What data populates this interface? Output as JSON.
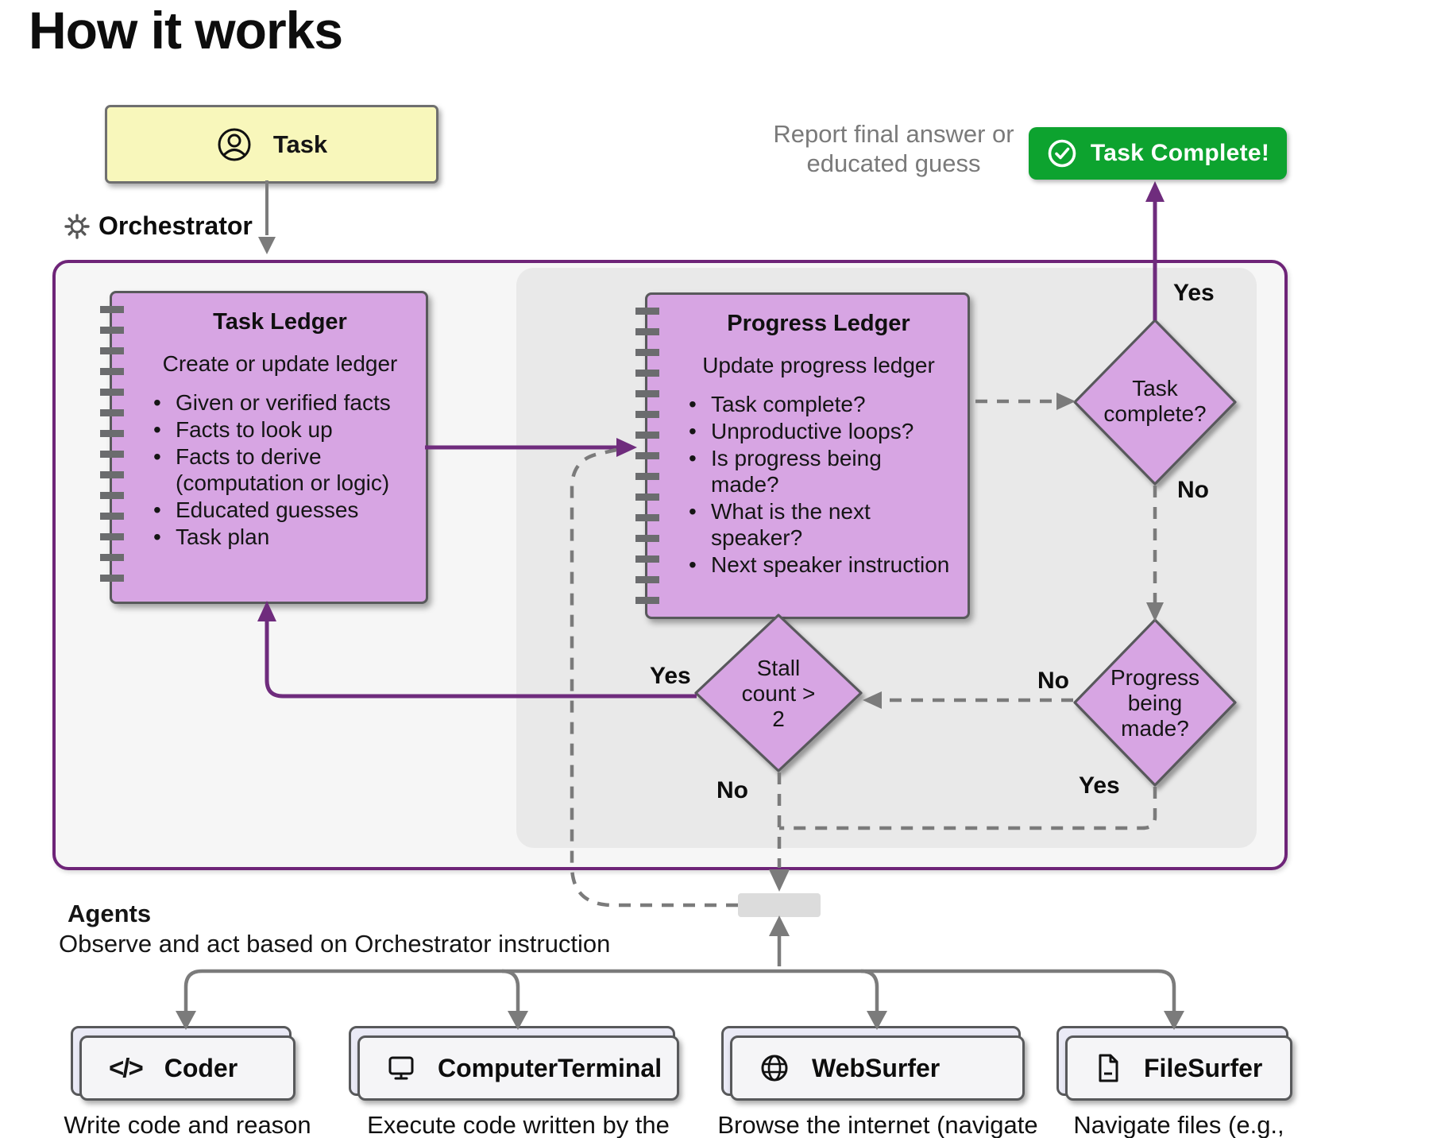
{
  "title": "How it works",
  "task_box": {
    "label": "Task"
  },
  "report_note": {
    "line1": "Report final answer or",
    "line2": "educated guess"
  },
  "complete_button": {
    "label": "Task Complete!"
  },
  "orchestrator": {
    "label": "Orchestrator"
  },
  "task_ledger": {
    "title": "Task Ledger",
    "subtitle": "Create or update ledger",
    "bullets": [
      "Given or verified facts",
      "Facts to look up",
      "Facts to derive\n(computation or logic)",
      "Educated guesses",
      "Task plan"
    ]
  },
  "progress_ledger": {
    "title": "Progress Ledger",
    "subtitle": "Update progress ledger",
    "bullets": [
      "Task complete?",
      "Unproductive loops?",
      "Is progress being\nmade?",
      "What is the next\nspeaker?",
      "Next speaker instruction"
    ]
  },
  "decisions": {
    "task_complete": {
      "label": "Task\ncomplete?",
      "yes": "Yes",
      "no": "No"
    },
    "progress": {
      "label": "Progress\nbeing\nmade?",
      "yes": "Yes",
      "no": "No"
    },
    "stall": {
      "label": "Stall\ncount >\n2",
      "yes": "Yes",
      "no": "No"
    }
  },
  "agents_section": {
    "heading": "Agents",
    "subtitle": "Observe and act based on Orchestrator instruction"
  },
  "agents": [
    {
      "name": "Coder",
      "icon": "code-icon",
      "caption": "Write code and reason"
    },
    {
      "name": "ComputerTerminal",
      "icon": "terminal-icon",
      "caption": "Execute code written by the"
    },
    {
      "name": "WebSurfer",
      "icon": "globe-icon",
      "caption": "Browse the internet (navigate"
    },
    {
      "name": "FileSurfer",
      "icon": "file-icon",
      "caption": "Navigate files (e.g.,"
    }
  ],
  "colors": {
    "orchestrator_border": "#6e2478",
    "node_fill": "#d7a5e3",
    "purple_arrow": "#6f2c7d",
    "gray_line": "#7b7b7b",
    "complete_green": "#0da32f",
    "task_yellow": "#f8f7bb",
    "inner_panel_gray": "#e9e9e9"
  }
}
